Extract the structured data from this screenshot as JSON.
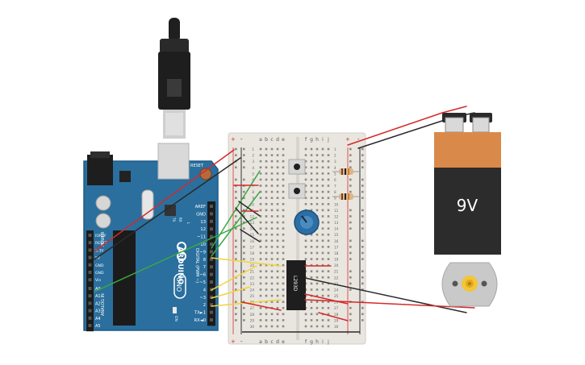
{
  "arduino": {
    "brand": "ARDUINO",
    "model": "UNO",
    "reset_label": "RESET",
    "digital_label": "DIGITAL (PWM ~)",
    "power_label": "POWER",
    "analog_label": "ANALOG IN",
    "led_labels": [
      "TX",
      "RX",
      "L"
    ],
    "on_label": "ON",
    "digital_pins": [
      "AREF",
      "GND",
      "13",
      "12",
      "~11",
      "~10",
      "~9",
      "8",
      "7",
      "~6",
      "~5",
      "4",
      "~3",
      "2",
      "TX►1",
      "RX◄0"
    ],
    "power_pins": [
      "IOREF",
      "RESET",
      "3.3V",
      "5V",
      "GND",
      "GND",
      "Vin"
    ],
    "analog_pins": [
      "A0",
      "A1",
      "A2",
      "A3",
      "A4",
      "A5"
    ]
  },
  "breadboard": {
    "cols_left": [
      "a",
      "b",
      "c",
      "d",
      "e"
    ],
    "cols_right": [
      "f",
      "g",
      "h",
      "i",
      "j"
    ],
    "rail_plus": "+",
    "rail_minus": "-",
    "row_count": 30
  },
  "chip": {
    "label": "L293D"
  },
  "battery": {
    "label": "9V"
  },
  "colors": {
    "arduino_board": "#2a6f9e",
    "breadboard": "#e9e6e0",
    "wire_red": "#d42a2a",
    "wire_black": "#2a2a2a",
    "wire_green": "#3aa843",
    "wire_yellow": "#f2d33a",
    "battery_top": "#d98a4a",
    "battery_body": "#2c2c2c",
    "motor_body": "#c9c9c9",
    "motor_gear": "#f2c53a"
  }
}
